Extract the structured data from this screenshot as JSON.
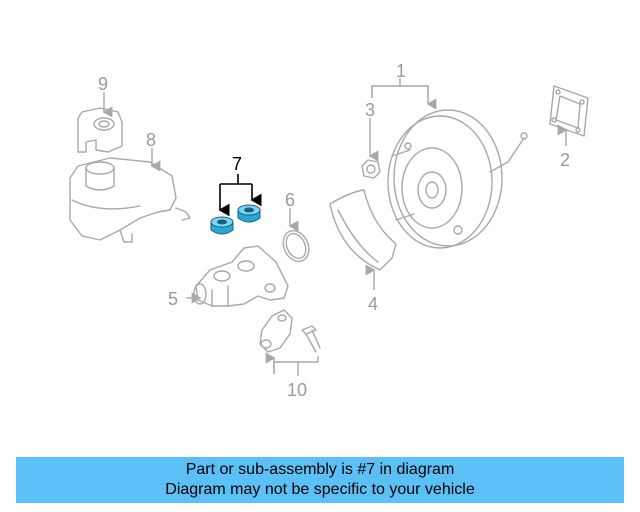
{
  "diagram": {
    "callouts": {
      "c1": "1",
      "c2": "2",
      "c3": "3",
      "c4": "4",
      "c5": "5",
      "c6": "6",
      "c7": "7",
      "c8": "8",
      "c9": "9",
      "c10": "10"
    },
    "highlight_color": "#2aa7d9",
    "parts_color": "#a8a8a8"
  },
  "banner": {
    "line1": "Part or sub-assembly is #7 in diagram",
    "line2": "Diagram may not be specific to your vehicle",
    "background": "#5bc0f5"
  }
}
